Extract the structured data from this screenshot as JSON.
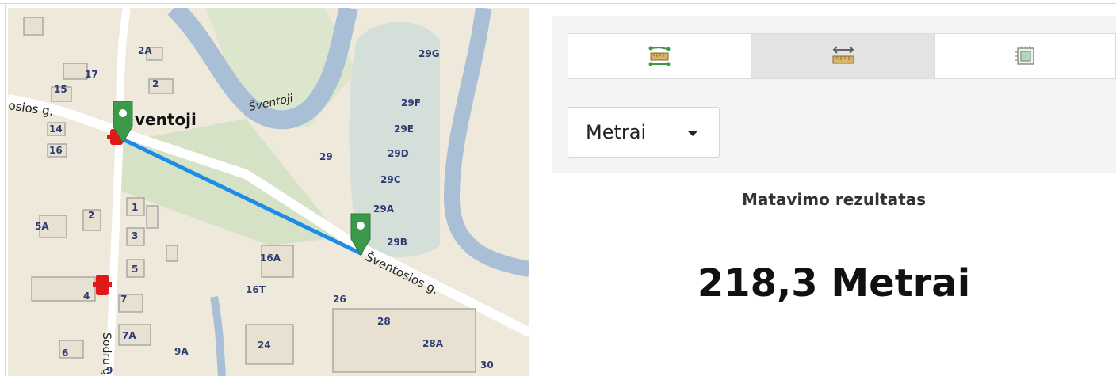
{
  "map": {
    "place_label": "ventoji",
    "river_label": "Šventoji",
    "street_left": "osios g.",
    "street_right": "Šventosios g.",
    "street_vertical": "Sodru g.",
    "house_numbers": [
      "29G",
      "29F",
      "29E",
      "29D",
      "29C",
      "29A",
      "29B",
      "29",
      "16A",
      "16T",
      "26",
      "28",
      "28A",
      "24",
      "30",
      "2A",
      "2",
      "17",
      "15",
      "14",
      "16",
      "1",
      "2",
      "3",
      "5",
      "5A",
      "4",
      "7",
      "7A",
      "9A",
      "6",
      "9"
    ],
    "route_color": "#1e8ce6",
    "marker_color": "#3b9a4a",
    "hydrant_color": "#e01818",
    "river_color": "#a8bfd6"
  },
  "panel": {
    "tabs": [
      {
        "icon": "measure-path-icon",
        "active": false
      },
      {
        "icon": "measure-distance-icon",
        "active": true
      },
      {
        "icon": "measure-area-icon",
        "active": false
      }
    ],
    "unit_select": {
      "value": "Metrai"
    },
    "result_title": "Matavimo rezultatas",
    "result_value": "218,3 Metrai"
  }
}
